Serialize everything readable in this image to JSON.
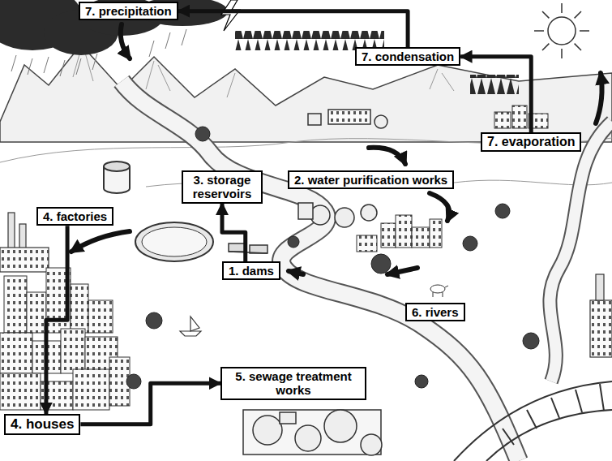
{
  "diagram": {
    "nodes": [
      {
        "text": [
          "7. precipitation"
        ]
      },
      {
        "text": [
          "7. condensation"
        ]
      },
      {
        "text": [
          "7. evaporation"
        ]
      },
      {
        "text": [
          "3. storage reservoirs"
        ]
      },
      {
        "text": [
          "2. water purification works"
        ]
      },
      {
        "text": [
          "4. factories"
        ]
      },
      {
        "text": [
          "1. dams"
        ]
      },
      {
        "text": [
          "6. rivers"
        ]
      },
      {
        "text": [
          "5. sewage treatment works"
        ]
      },
      {
        "text": [
          "4. houses"
        ]
      }
    ],
    "edges": [
      {
        "from": 2,
        "to": 1,
        "arrow": "to"
      },
      {
        "from": 1,
        "to": 0,
        "arrow": "to"
      },
      {
        "from": 6,
        "to": 3,
        "arrow": "to"
      },
      {
        "from": 5,
        "to": 9,
        "arrow": "to"
      },
      {
        "from": 9,
        "to": 8,
        "arrow": "to"
      }
    ]
  }
}
